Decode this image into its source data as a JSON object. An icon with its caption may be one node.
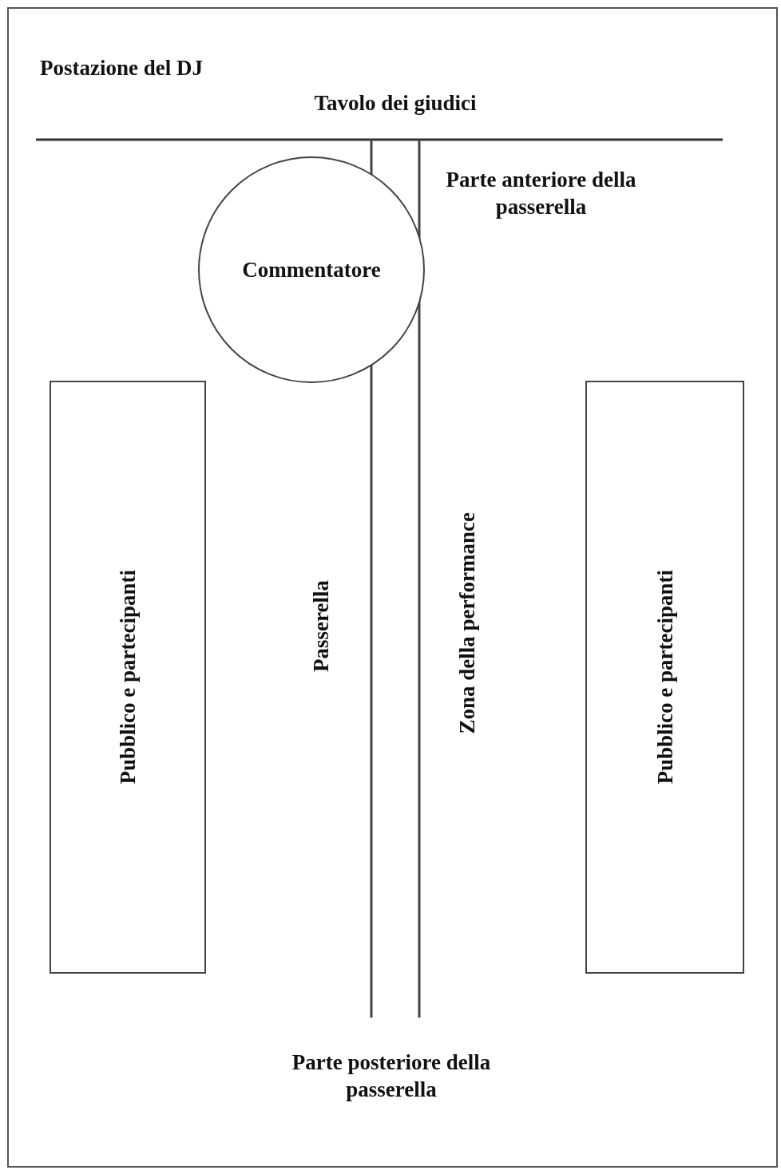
{
  "diagram": {
    "nodes": [
      {
        "text": [
          "Commentatore"
        ]
      },
      {
        "text": [
          "Pubblico e partecipanti"
        ]
      },
      {
        "text": [
          "Pubblico e partecipanti"
        ]
      }
    ],
    "edges": [],
    "labels": [
      "Postazione del DJ",
      "Tavolo dei giudici",
      "Parte anteriore della passerella",
      "Passerella",
      "Zona della performance",
      "Parte posteriore della passerella"
    ]
  }
}
